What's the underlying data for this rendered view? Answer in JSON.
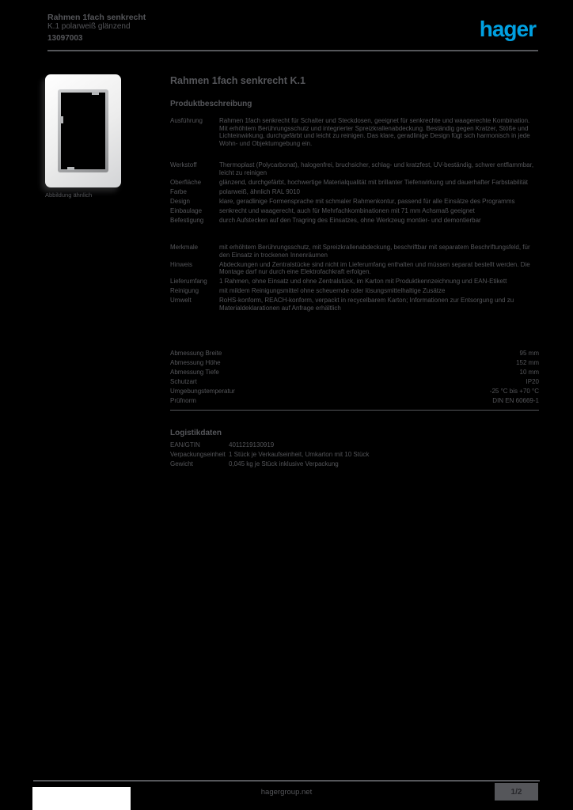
{
  "page": {
    "background": "#000000",
    "text_color": "#55565A"
  },
  "header": {
    "title_line1": "Rahmen 1fach senkrecht",
    "title_line2": "K.1 polarweiß glänzend",
    "reference": "13097003",
    "logo_text": "hager",
    "logo_color": "#00A0E1"
  },
  "product_image": {
    "caption": "Abbildung ähnlich"
  },
  "main": {
    "title": "Rahmen 1fach senkrecht K.1",
    "section1_header": "Produktbeschreibung",
    "description": {
      "label": "Ausführung",
      "text": "Rahmen 1fach senkrecht für Schalter und Steckdosen, geeignet für senkrechte und waagerechte Kombination. Mit erhöhtem Berührungsschutz und integrierter Spreizkrallenabdeckung. Beständig gegen Kratzer, Stöße und Lichteinwirkung, durchgefärbt und leicht zu reinigen. Das klare, geradlinige Design fügt sich harmonisch in jede Wohn- und Objektumgebung ein."
    },
    "properties": [
      {
        "label": "Werkstoff",
        "value": "Thermoplast (Polycarbonat), halogenfrei, bruchsicher, schlag- und kratzfest, UV-beständig, schwer entflammbar, leicht zu reinigen"
      },
      {
        "label": "Oberfläche",
        "value": "glänzend, durchgefärbt, hochwertige Materialqualität mit brillanter Tiefenwirkung und dauerhafter Farbstabilität"
      },
      {
        "label": "Farbe",
        "value": "polarweiß, ähnlich RAL 9010"
      },
      {
        "label": "Design",
        "value": "klare, geradlinige Formensprache mit schmaler Rahmenkontur, passend für alle Einsätze des Programms"
      },
      {
        "label": "Einbaulage",
        "value": "senkrecht und waagerecht, auch für Mehrfachkombinationen mit 71 mm Achsmaß geeignet"
      },
      {
        "label": "Befestigung",
        "value": "durch Aufstecken auf den Tragring des Einsatzes, ohne Werkzeug montier- und demontierbar"
      }
    ],
    "notes": [
      {
        "label": "Merkmale",
        "value": "mit erhöhtem Berührungsschutz, mit Spreizkrallenabdeckung, beschriftbar mit separatem Beschriftungsfeld, für den Einsatz in trockenen Innenräumen"
      },
      {
        "label": "Hinweis",
        "value": "Abdeckungen und Zentralstücke sind nicht im Lieferumfang enthalten und müssen separat bestellt werden. Die Montage darf nur durch eine Elektrofachkraft erfolgen."
      },
      {
        "label": "Lieferumfang",
        "value": "1 Rahmen, ohne Einsatz und ohne Zentralstück, im Karton mit Produktkennzeichnung und EAN-Etikett"
      },
      {
        "label": "Reinigung",
        "value": "mit mildem Reinigungsmittel ohne scheuernde oder lösungsmittelhaltige Zusätze"
      },
      {
        "label": "Umwelt",
        "value": "RoHS-konform, REACH-konform, verpackt in recycelbarem Karton; Informationen zur Entsorgung und zu Materialdeklarationen auf Anfrage erhältlich"
      }
    ],
    "tech": [
      {
        "label": "Abmessung Breite",
        "value": "95 mm"
      },
      {
        "label": "Abmessung Höhe",
        "value": "152 mm"
      },
      {
        "label": "Abmessung Tiefe",
        "value": "10 mm"
      },
      {
        "label": "Schutzart",
        "value": "IP20"
      },
      {
        "label": "Umgebungstemperatur",
        "value": "-25 °C bis +70 °C"
      },
      {
        "label": "Prüfnorm",
        "value": "DIN EN 60669-1"
      }
    ],
    "section2_header": "Logistikdaten",
    "logistics": [
      {
        "label": "EAN/GTIN",
        "value": "4011219130919"
      },
      {
        "label": "Verpackungseinheit",
        "value": "1 Stück je Verkaufseinheit, Umkarton mit 10 Stück"
      },
      {
        "label": "Gewicht",
        "value": "0,045 kg je Stück inklusive Verpackung"
      }
    ]
  },
  "footer": {
    "center_text": "hagergroup.net",
    "page_indicator": "1/2"
  }
}
